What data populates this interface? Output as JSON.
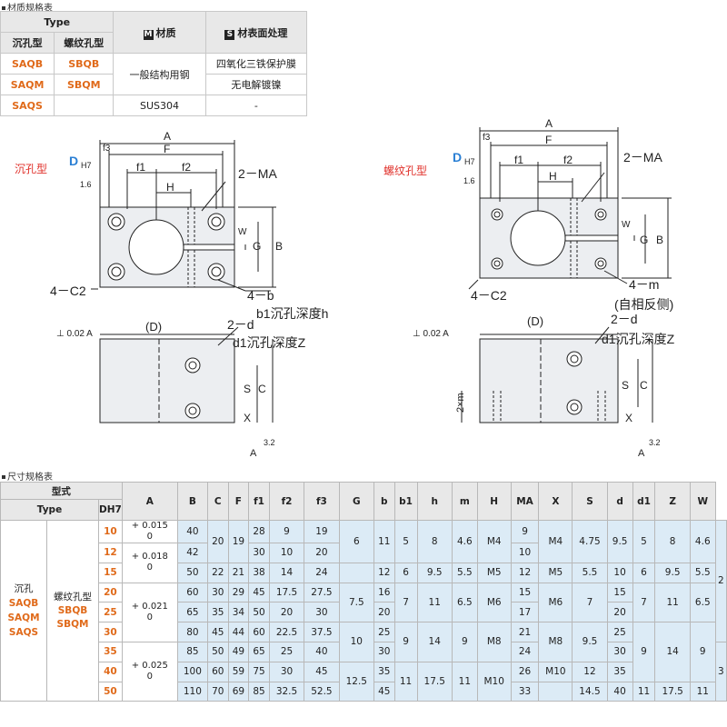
{
  "material_section": {
    "title": "材质规格表",
    "header_type": "Type",
    "header_countersunk": "沉孔型",
    "header_threaded": "螺纹孔型",
    "header_material_badge": "M",
    "header_material": "材质",
    "header_surface_badge": "S",
    "header_surface": "材表面处理",
    "rows": [
      {
        "c": "SAQB",
        "t": "SBQB"
      },
      {
        "c": "SAQM",
        "t": "SBQM"
      },
      {
        "c": "SAQS",
        "t": ""
      }
    ],
    "material_steel": "一般结构用钢",
    "surface_1": "四氧化三铁保护膜",
    "surface_2": "无电解镀镍",
    "material_sus": "SUS304",
    "surface_3": "-"
  },
  "drawing_left": {
    "type_label": "沉孔型",
    "d": "D",
    "h7": "H7",
    "rough": "1.6",
    "A": "A",
    "F": "F",
    "f3": "f3",
    "f1": "f1",
    "f2": "f2",
    "H": "H",
    "ma": "2－MA",
    "W": "W",
    "G": "G",
    "B": "B",
    "c2": "4－C2",
    "b4": "4－b",
    "b1": "b1沉孔深度h",
    "flat": "⊥ 0.02 A",
    "Dp": "(D)",
    "d2": "2－d",
    "d1z": "d1沉孔深度Z",
    "S": "S",
    "C": "C",
    "X": "X",
    "datum": "A",
    "rough2": "3.2"
  },
  "drawing_right": {
    "type_label": "螺纹孔型",
    "d": "D",
    "h7": "H7",
    "rough": "1.6",
    "A": "A",
    "F": "F",
    "f3": "f3",
    "f1": "f1",
    "f2": "f2",
    "H": "H",
    "ma": "2－MA",
    "W": "W",
    "G": "G",
    "B": "B",
    "c2": "4－C2",
    "m4": "4－m",
    "self": "(自相反侧)",
    "flat": "⊥ 0.02 A",
    "Dp": "(D)",
    "d2": "2－d",
    "d1z": "d1沉孔深度Z",
    "S": "S",
    "C": "C",
    "X": "X",
    "m2": "2×m",
    "datum": "A",
    "rough2": "3.2"
  },
  "size_section": {
    "title": "尺寸规格表",
    "header_model": "型式",
    "header_type": "Type",
    "header_dh7": "DH7",
    "cols": [
      "A",
      "B",
      "C",
      "F",
      "f1",
      "f2",
      "f3",
      "G",
      "b",
      "b1",
      "h",
      "m",
      "H",
      "MA",
      "X",
      "S",
      "d",
      "d1",
      "Z",
      "W"
    ],
    "left_c": "沉孔",
    "left_t": "螺纹孔型",
    "types_c": [
      "SAQB",
      "SAQM",
      "SAQS"
    ],
    "types_t": [
      "SBQB",
      "SBQM"
    ],
    "tol1": "+ 0.015",
    "tol2": "+ 0.018",
    "tol3": "+ 0.021",
    "tol4": "+ 0.025",
    "zero": "0",
    "rows": [
      [
        "10",
        "40",
        "20",
        "19",
        "28",
        "9",
        "19",
        "6",
        "11",
        "5",
        "8",
        "4.6",
        "M4",
        "9",
        "M4",
        "4.75",
        "9.5",
        "5",
        "8",
        "4.6",
        "2"
      ],
      [
        "12",
        "42",
        "",
        "",
        "30",
        "10",
        "20",
        "",
        "",
        "",
        "",
        "",
        "",
        "10",
        "",
        "",
        "",
        "",
        "",
        "",
        ""
      ],
      [
        "15",
        "50",
        "22",
        "21",
        "38",
        "14",
        "24",
        "",
        "12",
        "6",
        "9.5",
        "5.5",
        "M5",
        "12",
        "M5",
        "5.5",
        "10",
        "6",
        "9.5",
        "5.5",
        ""
      ],
      [
        "20",
        "60",
        "30",
        "29",
        "45",
        "17.5",
        "27.5",
        "7.5",
        "16",
        "7",
        "11",
        "6.5",
        "M6",
        "15",
        "M6",
        "7",
        "15",
        "7",
        "11",
        "6.5",
        ""
      ],
      [
        "25",
        "65",
        "35",
        "34",
        "50",
        "20",
        "30",
        "",
        "20",
        "",
        "",
        "",
        "",
        "17",
        "",
        "",
        "20",
        "",
        "",
        "",
        ""
      ],
      [
        "30",
        "80",
        "45",
        "44",
        "60",
        "22.5",
        "37.5",
        "10",
        "25",
        "9",
        "14",
        "9",
        "M8",
        "21",
        "M8",
        "9.5",
        "25",
        "9",
        "14",
        "9",
        ""
      ],
      [
        "35",
        "85",
        "50",
        "49",
        "65",
        "25",
        "40",
        "",
        "30",
        "",
        "",
        "",
        "",
        "24",
        "",
        "",
        "30",
        "",
        "",
        "",
        "3"
      ],
      [
        "40",
        "100",
        "60",
        "59",
        "75",
        "30",
        "45",
        "12.5",
        "35",
        "11",
        "17.5",
        "11",
        "M10",
        "26",
        "M10",
        "12",
        "35",
        "",
        "",
        "",
        ""
      ],
      [
        "50",
        "110",
        "70",
        "69",
        "85",
        "32.5",
        "52.5",
        "",
        "45",
        "",
        "",
        "",
        "",
        "33",
        "",
        "14.5",
        "40",
        "11",
        "17.5",
        "11",
        ""
      ]
    ]
  }
}
